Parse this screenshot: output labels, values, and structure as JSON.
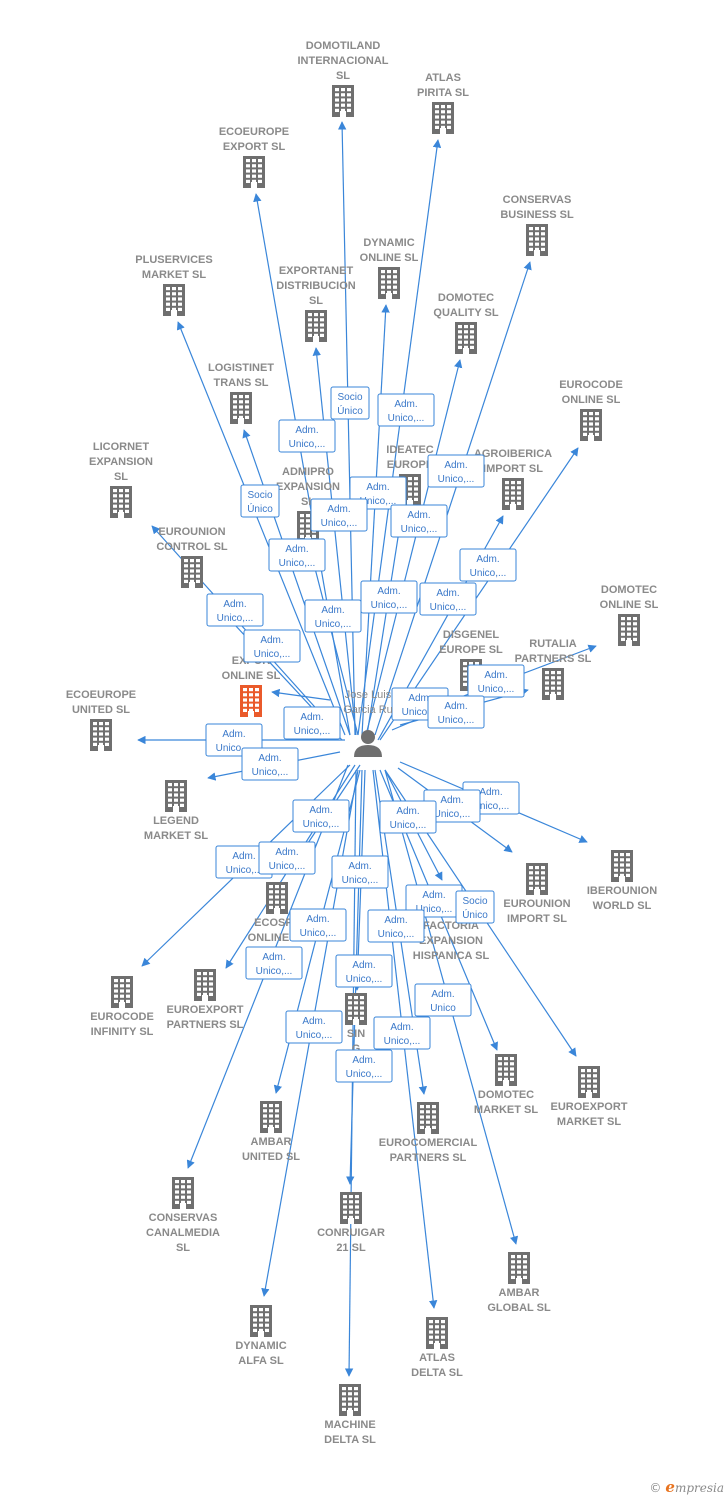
{
  "person": {
    "name_lines": [
      "Jose Luis",
      "Garcia Ru"
    ]
  },
  "companies": [
    {
      "id": "domotiland",
      "lines": [
        "DOMOTILAND",
        "INTERNACIONAL",
        "SL"
      ],
      "highlight": false
    },
    {
      "id": "atlas-pirita",
      "lines": [
        "ATLAS",
        "PIRITA  SL"
      ],
      "highlight": false
    },
    {
      "id": "ecoeurope-export",
      "lines": [
        "ECOEUROPE",
        "EXPORT  SL"
      ],
      "highlight": false
    },
    {
      "id": "conservas-business",
      "lines": [
        "CONSERVAS",
        "BUSINESS  SL"
      ],
      "highlight": false
    },
    {
      "id": "dynamic-online",
      "lines": [
        "DYNAMIC",
        "ONLINE  SL"
      ],
      "highlight": false
    },
    {
      "id": "pluservices-market",
      "lines": [
        "PLUSERVICES",
        "MARKET  SL"
      ],
      "highlight": false
    },
    {
      "id": "exportanet-distribucion",
      "lines": [
        "EXPORTANET",
        "DISTRIBUCION",
        "SL"
      ],
      "highlight": false
    },
    {
      "id": "domotec-quality",
      "lines": [
        "DOMOTEC",
        "QUALITY  SL"
      ],
      "highlight": false
    },
    {
      "id": "logistinet-trans",
      "lines": [
        "LOGISTINET",
        "TRANS  SL"
      ],
      "highlight": false
    },
    {
      "id": "eurocode-online",
      "lines": [
        "EUROCODE",
        "ONLINE  SL"
      ],
      "highlight": false
    },
    {
      "id": "licornet-expansion",
      "lines": [
        "LICORNET",
        "EXPANSION",
        "SL"
      ],
      "highlight": false
    },
    {
      "id": "ideatec-europe",
      "lines": [
        "IDEATEC",
        "EUROPE"
      ],
      "highlight": false
    },
    {
      "id": "agroiberica-import",
      "lines": [
        "AGROIBERICA",
        "IMPORT  SL"
      ],
      "highlight": false
    },
    {
      "id": "admipro-expansion",
      "lines": [
        "ADMIPRO",
        "EXPANSION",
        "SL"
      ],
      "highlight": false
    },
    {
      "id": "eurounion-control",
      "lines": [
        "EUROUNION",
        "CONTROL  SL"
      ],
      "highlight": false
    },
    {
      "id": "domotec-online",
      "lines": [
        "DOMOTEC",
        "ONLINE  SL"
      ],
      "highlight": false
    },
    {
      "id": "disgenel-europe",
      "lines": [
        "DISGENEL",
        "EUROPE  SL"
      ],
      "highlight": false
    },
    {
      "id": "rutalia-partners",
      "lines": [
        "RUTALIA",
        "PARTNERS  SL"
      ],
      "highlight": false
    },
    {
      "id": "export-online",
      "lines": [
        "EXPOR",
        "ONLINE  SL"
      ],
      "highlight": true
    },
    {
      "id": "ecoeurope-united",
      "lines": [
        "ECOEUROPE",
        "UNITED  SL"
      ],
      "highlight": false
    },
    {
      "id": "legend-market",
      "lines": [
        "LEGEND",
        "MARKET  SL"
      ],
      "highlight": false
    },
    {
      "id": "iberounion-world",
      "lines": [
        "IBEROUNION",
        "WORLD  SL"
      ],
      "highlight": false
    },
    {
      "id": "eurounion-import",
      "lines": [
        "EUROUNION",
        "IMPORT  SL"
      ],
      "highlight": false
    },
    {
      "id": "ecospa-online",
      "lines": [
        "ECOSPA",
        "ONLINE  SL"
      ],
      "highlight": false
    },
    {
      "id": "factoria-expansion",
      "lines": [
        "FACTORIA",
        "EXPANSION",
        "HISPANICA  SL"
      ],
      "highlight": false
    },
    {
      "id": "eurocode-infinity",
      "lines": [
        "EUROCODE",
        "INFINITY  SL"
      ],
      "highlight": false
    },
    {
      "id": "euroexport-partners",
      "lines": [
        "EUROEXPORT",
        "PARTNERS  SL"
      ],
      "highlight": false
    },
    {
      "id": "sin-global",
      "lines": [
        "SIN",
        "G",
        "GL          L"
      ],
      "highlight": false
    },
    {
      "id": "domotec-market",
      "lines": [
        "DOMOTEC",
        "MARKET  SL"
      ],
      "highlight": false
    },
    {
      "id": "euroexport-market",
      "lines": [
        "EUROEXPORT",
        "MARKET  SL"
      ],
      "highlight": false
    },
    {
      "id": "ambar-united",
      "lines": [
        "AMBAR",
        "UNITED  SL"
      ],
      "highlight": false
    },
    {
      "id": "eurocomercial-partners",
      "lines": [
        "EUROCOMERCIAL",
        "PARTNERS  SL"
      ],
      "highlight": false
    },
    {
      "id": "conservas-canalmedia",
      "lines": [
        "CONSERVAS",
        "CANALMEDIA",
        "SL"
      ],
      "highlight": false
    },
    {
      "id": "conruigar-21",
      "lines": [
        "CONRUIGAR",
        "21  SL"
      ],
      "highlight": false
    },
    {
      "id": "ambar-global",
      "lines": [
        "AMBAR",
        "GLOBAL  SL"
      ],
      "highlight": false
    },
    {
      "id": "dynamic-alfa",
      "lines": [
        "DYNAMIC",
        "ALFA  SL"
      ],
      "highlight": false
    },
    {
      "id": "atlas-delta",
      "lines": [
        "ATLAS",
        "DELTA  SL"
      ],
      "highlight": false
    },
    {
      "id": "machine-delta",
      "lines": [
        "MACHINE",
        "DELTA  SL"
      ],
      "highlight": false
    }
  ],
  "relations": [
    {
      "lines": [
        "Socio",
        "Único"
      ]
    },
    {
      "lines": [
        "Adm.",
        "Unico,..."
      ]
    },
    {
      "lines": [
        "Adm.",
        "Unico,..."
      ]
    },
    {
      "lines": [
        "Adm.",
        "Unico,..."
      ]
    },
    {
      "lines": [
        "Socio",
        "Único"
      ]
    },
    {
      "lines": [
        "Adm.",
        "Unico,..."
      ]
    },
    {
      "lines": [
        "Adm.",
        "Unico,..."
      ]
    },
    {
      "lines": [
        "Adm.",
        "Unico,..."
      ]
    },
    {
      "lines": [
        "Adm.",
        "Unico,..."
      ]
    },
    {
      "lines": [
        "Adm.",
        "Unico,..."
      ]
    },
    {
      "lines": [
        "Adm.",
        "Unico,..."
      ]
    },
    {
      "lines": [
        "Adm.",
        "Unico,..."
      ]
    },
    {
      "lines": [
        "Adm.",
        "Unico,..."
      ]
    },
    {
      "lines": [
        "Adm.",
        "Unico,..."
      ]
    },
    {
      "lines": [
        "Adm.",
        "Unico,..."
      ]
    },
    {
      "lines": [
        "Adm.",
        "Unico,..."
      ]
    },
    {
      "lines": [
        "Adm.",
        "Unico,..."
      ]
    },
    {
      "lines": [
        "Adm.",
        "Unico,..."
      ]
    },
    {
      "lines": [
        "Adm.",
        "Unico,..."
      ]
    },
    {
      "lines": [
        "Adm.",
        "Unico,..."
      ]
    },
    {
      "lines": [
        "Adm.",
        "Unico,..."
      ]
    },
    {
      "lines": [
        "Adm.",
        "Unico,..."
      ]
    },
    {
      "lines": [
        "Adm.",
        "Unico,..."
      ]
    },
    {
      "lines": [
        "Adm.",
        "Unico,..."
      ]
    },
    {
      "lines": [
        "Adm.",
        "Unico,..."
      ]
    },
    {
      "lines": [
        "Adm.",
        "Unico,..."
      ]
    },
    {
      "lines": [
        "Adm.",
        "Unico,..."
      ]
    },
    {
      "lines": [
        "Adm.",
        "Unico,..."
      ]
    },
    {
      "lines": [
        "Adm.",
        "Unico,..."
      ]
    },
    {
      "lines": [
        "Adm.",
        "Unico,..."
      ]
    },
    {
      "lines": [
        "Adm.",
        "Unico,..."
      ]
    },
    {
      "lines": [
        "Adm.",
        "Unico,..."
      ]
    },
    {
      "lines": [
        "Socio",
        "Único"
      ]
    },
    {
      "lines": [
        "Adm.",
        "Unico,..."
      ]
    },
    {
      "lines": [
        "Adm.",
        "Unico"
      ]
    },
    {
      "lines": [
        "Adm.",
        "Unico,..."
      ]
    },
    {
      "lines": [
        "Adm.",
        "Unico,..."
      ]
    },
    {
      "lines": [
        "Adm.",
        "Unico,..."
      ]
    },
    {
      "lines": [
        "Socio",
        "Único"
      ]
    }
  ],
  "brand": {
    "copyright": "©",
    "initial": "e",
    "rest": "mpresia"
  },
  "colors": {
    "edge": "#3a86d9",
    "building": "#6f6f6f",
    "highlight": "#ea5a2b",
    "person": "#6f6f6f"
  }
}
